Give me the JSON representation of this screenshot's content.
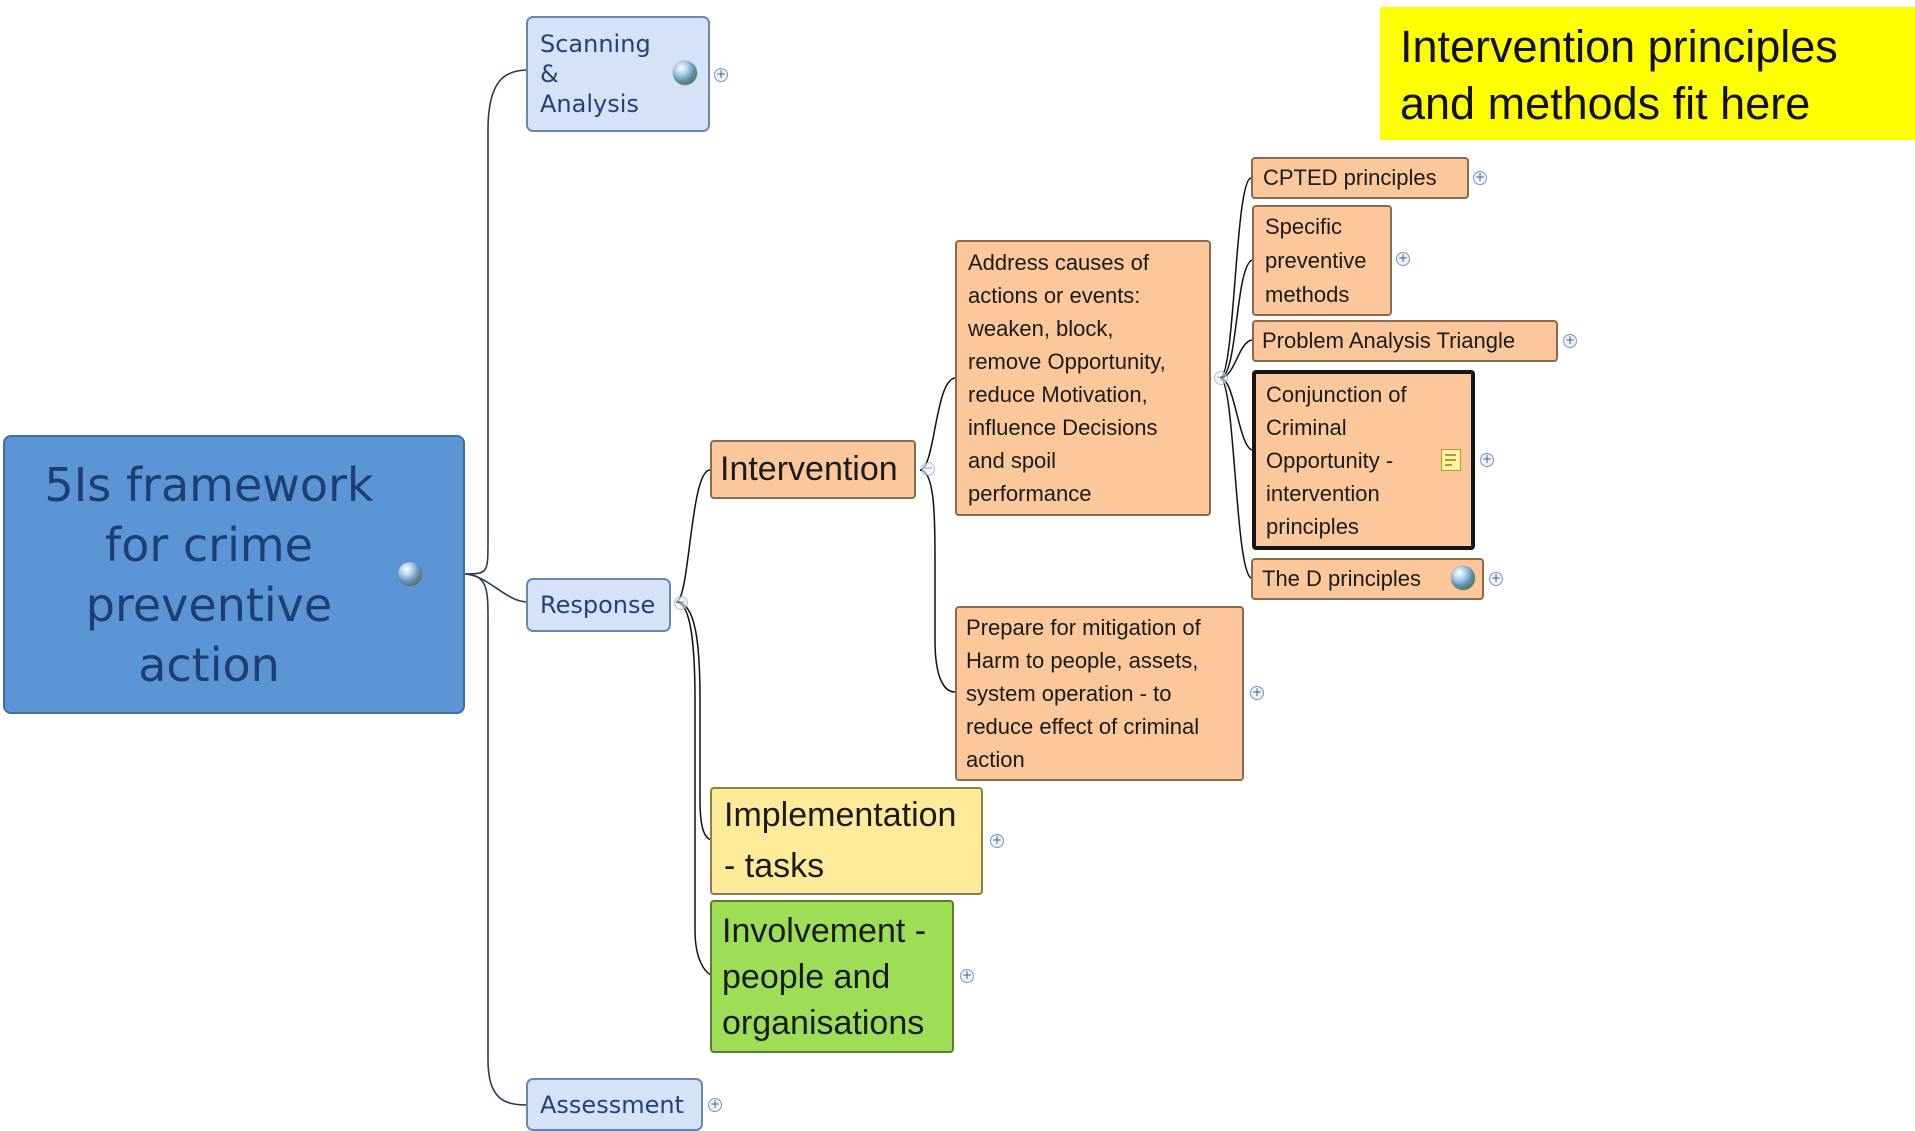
{
  "callout": {
    "text": "Intervention principles\nand methods fit here",
    "color": "#ffff00"
  },
  "root": {
    "label": "5Is framework\nfor crime\npreventive\naction",
    "icon": "globe-icon"
  },
  "branches": {
    "scanning": {
      "label": "Scanning\n& Analysis",
      "icon": "globe-icon"
    },
    "response": {
      "label": "Response"
    },
    "assessment": {
      "label": "Assessment"
    }
  },
  "response_children": {
    "intervention": {
      "label": "Intervention"
    },
    "implementation": {
      "label": "Implementation\n- tasks"
    },
    "involvement": {
      "label": "Involvement -\npeople and\norganisations"
    }
  },
  "intervention_children": {
    "address": {
      "label": "Address causes of\nactions or events:\nweaken, block,\nremove Opportunity,\nreduce Motivation,\ninfluence Decisions\nand spoil\nperformance"
    },
    "prepare": {
      "label": "Prepare for mitigation of\nHarm to people, assets,\nsystem operation - to\nreduce effect of criminal\naction"
    }
  },
  "address_children": {
    "cpted": {
      "label": "CPTED principles"
    },
    "specific": {
      "label": "Specific\npreventive\nmethods"
    },
    "pat": {
      "label": "Problem Analysis Triangle"
    },
    "conjunction": {
      "label": "Conjunction of\nCriminal\nOpportunity -\nintervention\nprinciples",
      "icon": "note-icon"
    },
    "dprinciples": {
      "label": "The D principles",
      "icon": "globe-icon"
    }
  },
  "colors": {
    "root": "#5b95d6",
    "main_topic": "#d5e2f8",
    "intervention_topic": "#fbc79b",
    "implementation_topic": "#feeb9a",
    "involvement_topic": "#9ede57",
    "connector": "#333333"
  }
}
